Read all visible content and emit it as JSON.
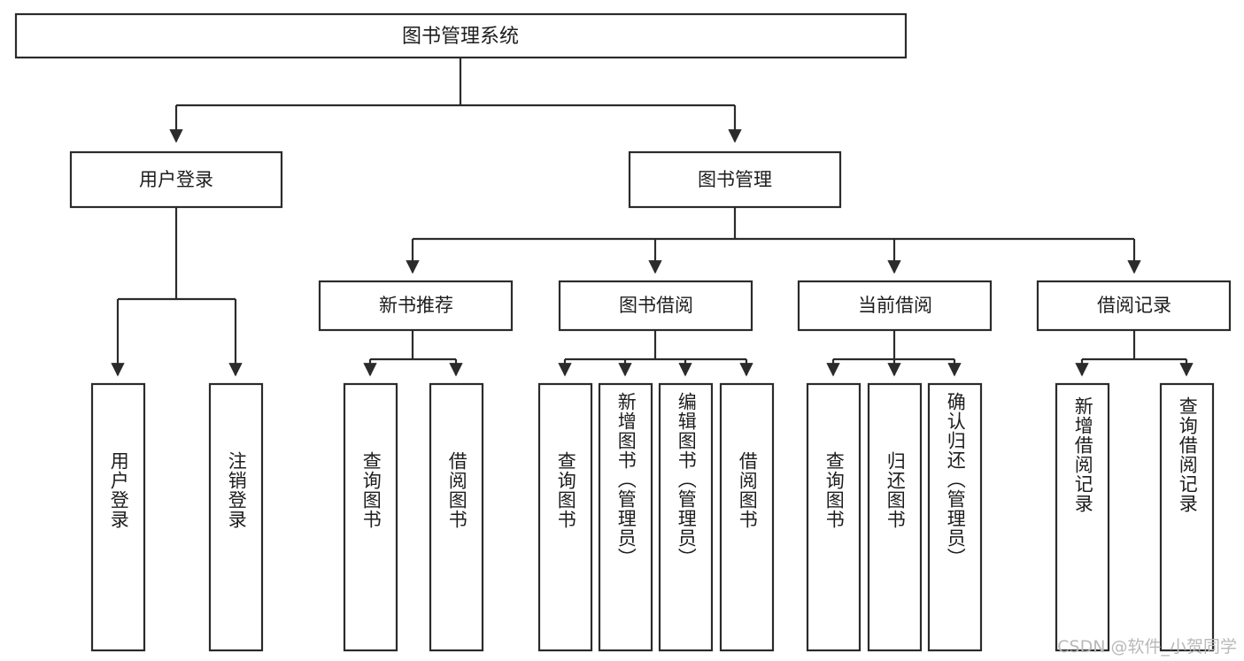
{
  "diagram": {
    "title": "图书管理系统",
    "type": "tree-hierarchy",
    "watermark": "CSDN @软件_小贺同学",
    "root": {
      "label": "图书管理系统"
    },
    "level2": [
      {
        "label": "用户登录"
      },
      {
        "label": "图书管理"
      }
    ],
    "level3": [
      {
        "label": "新书推荐"
      },
      {
        "label": "图书借阅"
      },
      {
        "label": "当前借阅"
      },
      {
        "label": "借阅记录"
      }
    ],
    "leaves": {
      "user_login": [
        {
          "label": "用户登录"
        },
        {
          "label": "注销登录"
        }
      ],
      "new_book_recommend": [
        {
          "label": "查询图书"
        },
        {
          "label": "借阅图书"
        }
      ],
      "book_borrow": [
        {
          "label": "查询图书"
        },
        {
          "label": "新增图书（管理员）"
        },
        {
          "label": "编辑图书（管理员）"
        },
        {
          "label": "借阅图书"
        }
      ],
      "current_borrow": [
        {
          "label": "查询图书"
        },
        {
          "label": "归还图书"
        },
        {
          "label": "确认归还（管理员）"
        }
      ],
      "borrow_record": [
        {
          "label": "新增借阅记录"
        },
        {
          "label": "查询借阅记录"
        }
      ]
    },
    "colors": {
      "stroke": "#2b2b2b",
      "fill": "#ffffff",
      "text": "#1d1d1d",
      "watermark": "#b9b9b9"
    }
  }
}
